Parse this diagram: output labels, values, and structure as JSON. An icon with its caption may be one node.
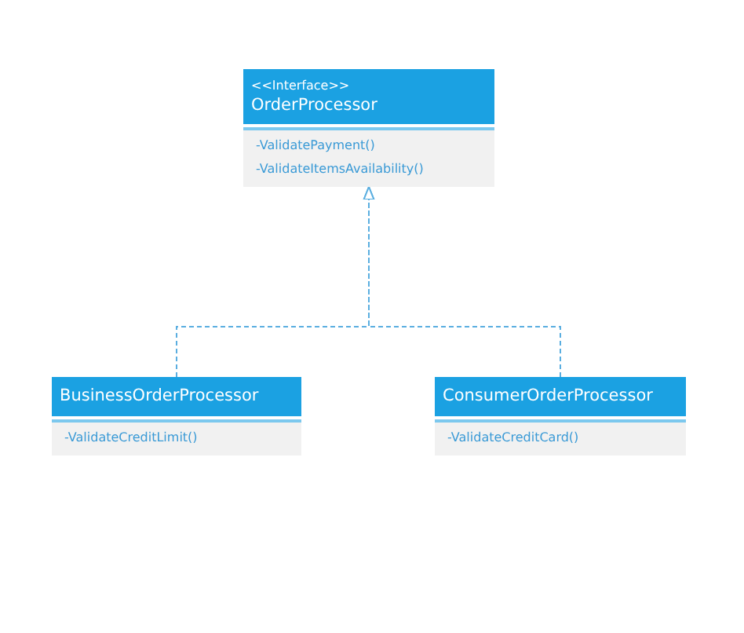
{
  "diagram": {
    "nodes": [
      {
        "text": [
          "<<Interface>>",
          "OrderProcessor",
          "-ValidatePayment()",
          "-ValidateItemsAvailability()"
        ]
      },
      {
        "text": [
          "BusinessOrderProcessor",
          "-ValidateCreditLimit()"
        ]
      },
      {
        "text": [
          "ConsumerOrderProcessor",
          "-ValidateCreditCard()"
        ]
      }
    ],
    "edges": [
      {
        "from": 1,
        "to": 0,
        "arrow": "to",
        "style": "dashed"
      },
      {
        "from": 2,
        "to": 0,
        "arrow": "to",
        "style": "dashed"
      }
    ]
  }
}
